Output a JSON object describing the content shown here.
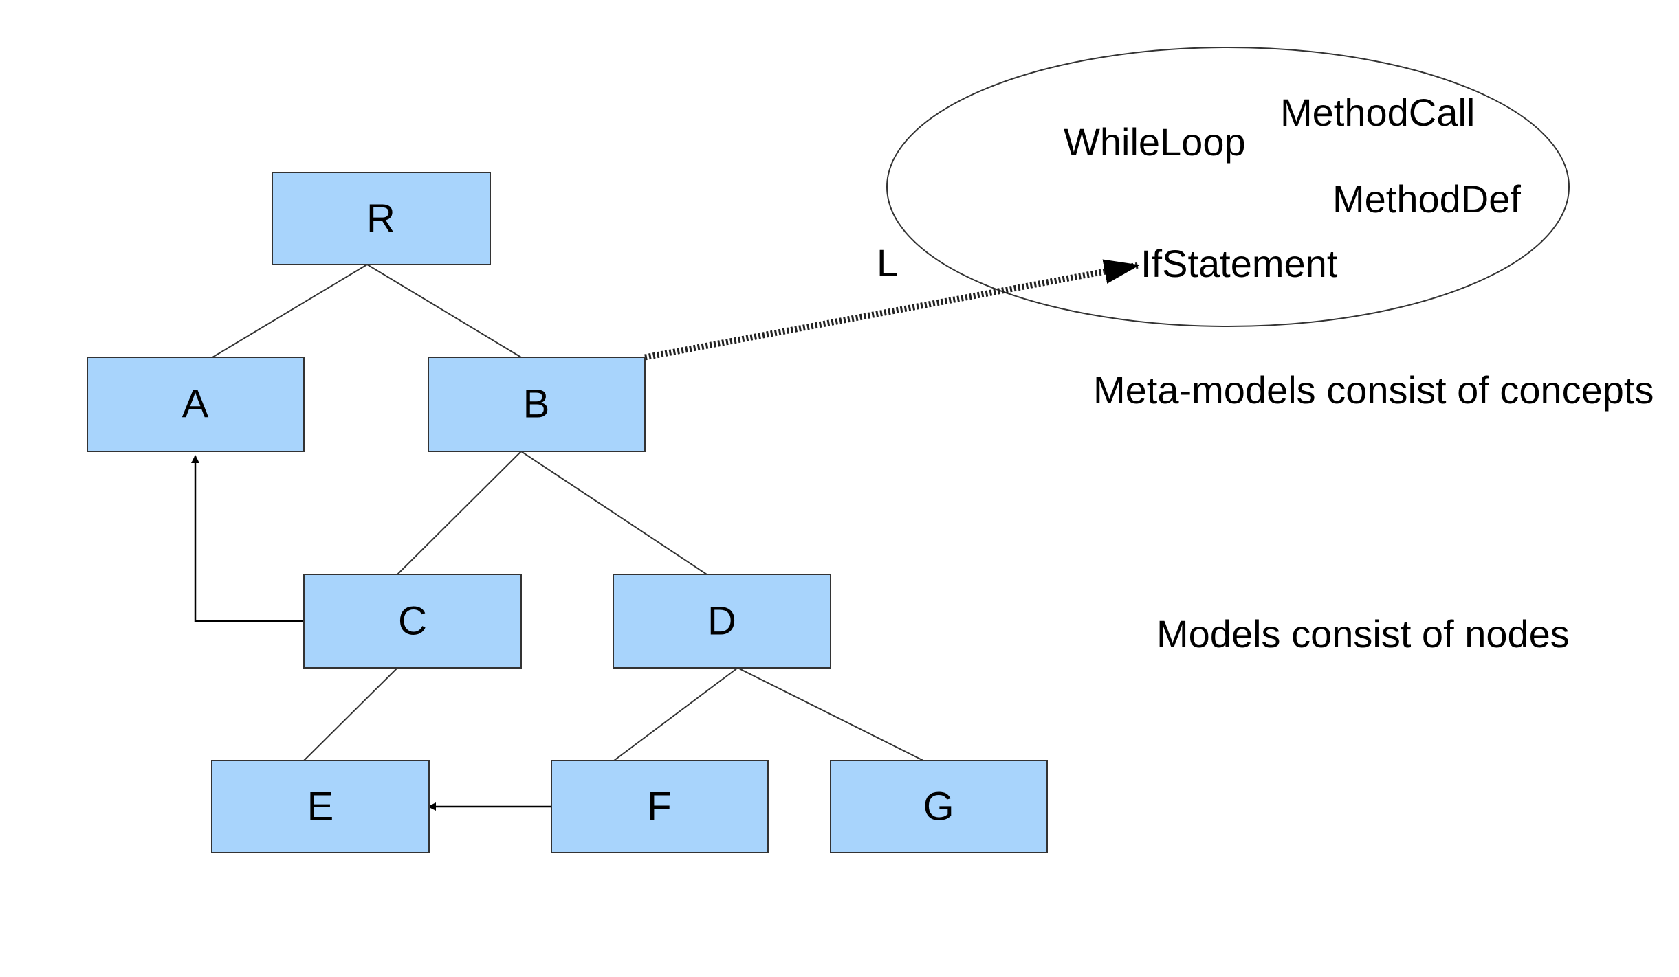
{
  "model": {
    "nodes": [
      {
        "id": "R",
        "label": "R"
      },
      {
        "id": "A",
        "label": "A"
      },
      {
        "id": "B",
        "label": "B"
      },
      {
        "id": "C",
        "label": "C"
      },
      {
        "id": "D",
        "label": "D"
      },
      {
        "id": "E",
        "label": "E"
      },
      {
        "id": "F",
        "label": "F"
      },
      {
        "id": "G",
        "label": "G"
      }
    ],
    "tree_edges": [
      [
        "R",
        "A"
      ],
      [
        "R",
        "B"
      ],
      [
        "B",
        "C"
      ],
      [
        "B",
        "D"
      ],
      [
        "C",
        "E"
      ],
      [
        "D",
        "F"
      ],
      [
        "D",
        "G"
      ]
    ],
    "references": [
      {
        "from": "C",
        "to": "A"
      },
      {
        "from": "F",
        "to": "E"
      }
    ],
    "caption": "Models consist of nodes"
  },
  "metamodel": {
    "concepts": [
      "WhileLoop",
      "MethodCall",
      "MethodDef",
      "IfStatement"
    ],
    "caption": "Meta-models consist of concepts"
  },
  "link": {
    "from": "B",
    "to": "IfStatement",
    "label": "L"
  },
  "colors": {
    "node_fill": "#a8d4fc",
    "stroke": "#333333"
  }
}
